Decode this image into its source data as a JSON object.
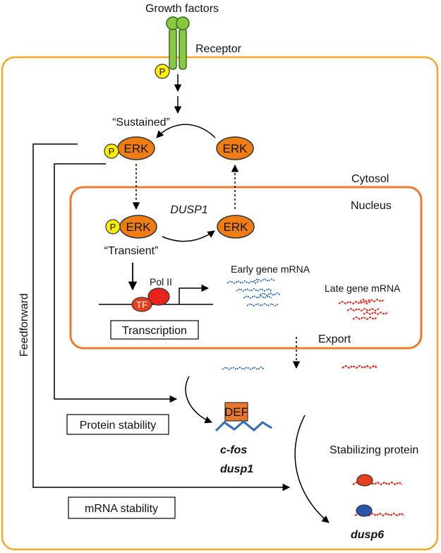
{
  "labels": {
    "growth_factors": "Growth factors",
    "receptor": "Receptor",
    "sustained": "“Sustained”",
    "transient": "“Transient”",
    "cytosol": "Cytosol",
    "nucleus": "Nucleus",
    "dusp1_upper": "DUSP1",
    "erk": "ERK",
    "p": "P",
    "early_mrna": "Early gene mRNA",
    "late_mrna": "Late gene mRNA",
    "pol2": "Pol II",
    "tf": "TF",
    "transcription": "Transcription",
    "export": "Export",
    "feedforward": "Feedforward",
    "protein_stability": "Protein stability",
    "mrna_stability": "mRNA stability",
    "def": "DEF",
    "cfos": "c-fos",
    "dusp1": "dusp1",
    "stabilizing_protein": "Stabilizing protein",
    "dusp6": "dusp6"
  },
  "colors": {
    "cell_border": "#f5a623",
    "nucleus_border": "#ee7a2f",
    "erk_fill": "#f07d14",
    "phospho_fill": "#ffee00",
    "receptor_fill": "#8dc63f",
    "tf_fill": "#e8401c",
    "pol2_fill": "#e8231c",
    "early_mrna": "#2f6eb4",
    "late_mrna": "#e8231c",
    "def_fill": "#e8762c",
    "stabilizer_red": "#e8401c",
    "stabilizer_blue": "#2a55a8"
  }
}
